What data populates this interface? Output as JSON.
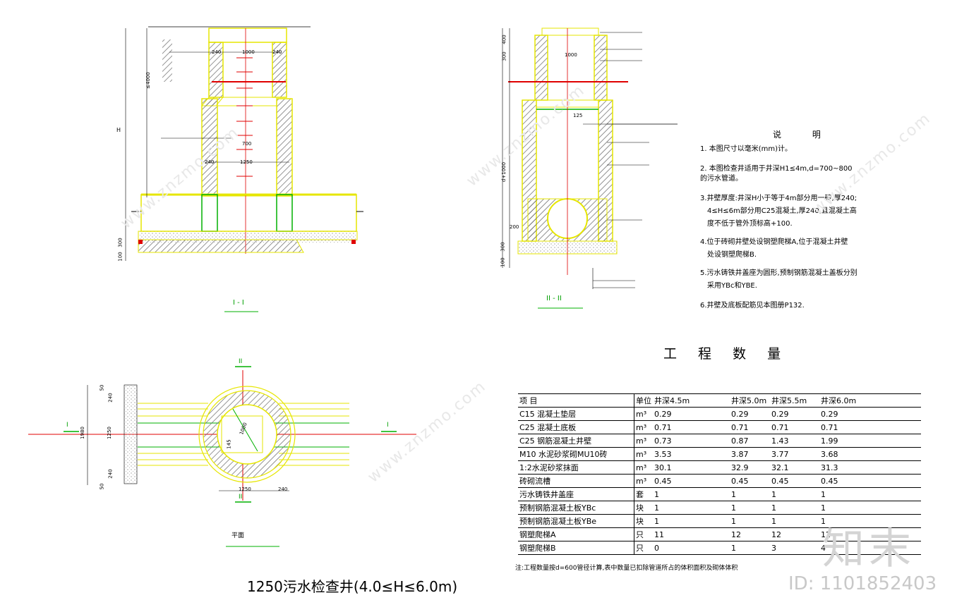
{
  "views": {
    "section_1": {
      "label": "I - I"
    },
    "section_2": {
      "label": "II - II"
    },
    "plan": {
      "label": "平面",
      "cut_mark_left": "I",
      "cut_mark_right": "I",
      "cut_mark_top": "II",
      "cut_mark_bottom": "II"
    }
  },
  "dims": {
    "s1_top_dim": "1000",
    "s1_d700": "700",
    "s1_h": "H",
    "s1_h4000": "≤4000",
    "s1_d1250": "1250",
    "s1_240a": "240",
    "s1_240b": "240",
    "s1_240c": "240",
    "s1_300": "300",
    "s1_100": "100",
    "s2_400": "400",
    "s2_300": "300",
    "s2_1000": "1000",
    "s2_h1000": "d+1000",
    "s2_200": "200",
    "s2_100": "100",
    "s2_300b": "300",
    "s2_125": "125",
    "plan_1250": "1250",
    "plan_240": "240",
    "plan_1980": "1980",
    "plan_1250v": "1250",
    "plan_50a": "50",
    "plan_50b": "50",
    "plan_240a": "240",
    "plan_240b": "240",
    "plan_145": "145",
    "plan_1000": "1000"
  },
  "notes": {
    "title": "说 明",
    "items": [
      "1. 本图尺寸以毫米(mm)计。",
      "2. 本图检查井适用于井深H1≤4m,d=700~800",
      "的污水管道。",
      "3.井壁厚度:井深H小于等于4m部分用一砖,厚240;",
      "4≤H≤6m部分用C25混凝土,厚240,且混凝土高",
      "度不低于管外顶标高+100.",
      "4.位于砖砌井壁处设钢塑爬梯A,位于混凝土井壁",
      "处设钢塑爬梯B.",
      "5.污水铸铁井盖座为圆形,预制钢筋混凝土盖板分别",
      "采用YBc和YBE.",
      "6.井壁及底板配筋见本图册P132."
    ]
  },
  "quantities": {
    "title": "工 程 数 量",
    "headers": [
      "项 目",
      "单位",
      "井深4.5m",
      "井深5.0m",
      "井深5.5m",
      "井深6.0m"
    ],
    "rows": [
      [
        "C15 混凝土垫层",
        "m³",
        "0.29",
        "0.29",
        "0.29",
        "0.29"
      ],
      [
        "C25 混凝土底板",
        "m³",
        "0.71",
        "0.71",
        "0.71",
        "0.71"
      ],
      [
        "C25 钢筋混凝土井壁",
        "m³",
        "0.73",
        "0.87",
        "1.43",
        "1.99"
      ],
      [
        "M10 水泥砂浆砌MU10砖",
        "m³",
        "3.53",
        "3.87",
        "3.77",
        "3.68"
      ],
      [
        "1:2水泥砂浆抹面",
        "m³",
        "30.1",
        "32.9",
        "32.1",
        "31.3"
      ],
      [
        "砖砌流槽",
        "m³",
        "0.45",
        "0.45",
        "0.45",
        "0.45"
      ],
      [
        "污水铸铁井盖座",
        "套",
        "1",
        "1",
        "1",
        "1"
      ],
      [
        "预制钢筋混凝土板YBc",
        "块",
        "1",
        "1",
        "1",
        "1"
      ],
      [
        "预制钢筋混凝土板YBe",
        "块",
        "1",
        "1",
        "1",
        "1"
      ],
      [
        "钢塑爬梯A",
        "只",
        "11",
        "12",
        "12",
        "12"
      ],
      [
        "钢塑爬梯B",
        "只",
        "0",
        "1",
        "3",
        "4"
      ]
    ],
    "footnote": "注:工程数量按d=600管径计算,表中数量已扣除管道所占的体积面积及砌体体积"
  },
  "title": "1250污水检查井(4.0≤H≤6.0m)",
  "watermark": {
    "logo": "知末",
    "id": "ID: 1101852403",
    "site": "www.znzmo.com"
  },
  "colors": {
    "yellow": "#e6e600",
    "green": "#00b000",
    "red": "#e00000",
    "hatch": "#555555"
  }
}
